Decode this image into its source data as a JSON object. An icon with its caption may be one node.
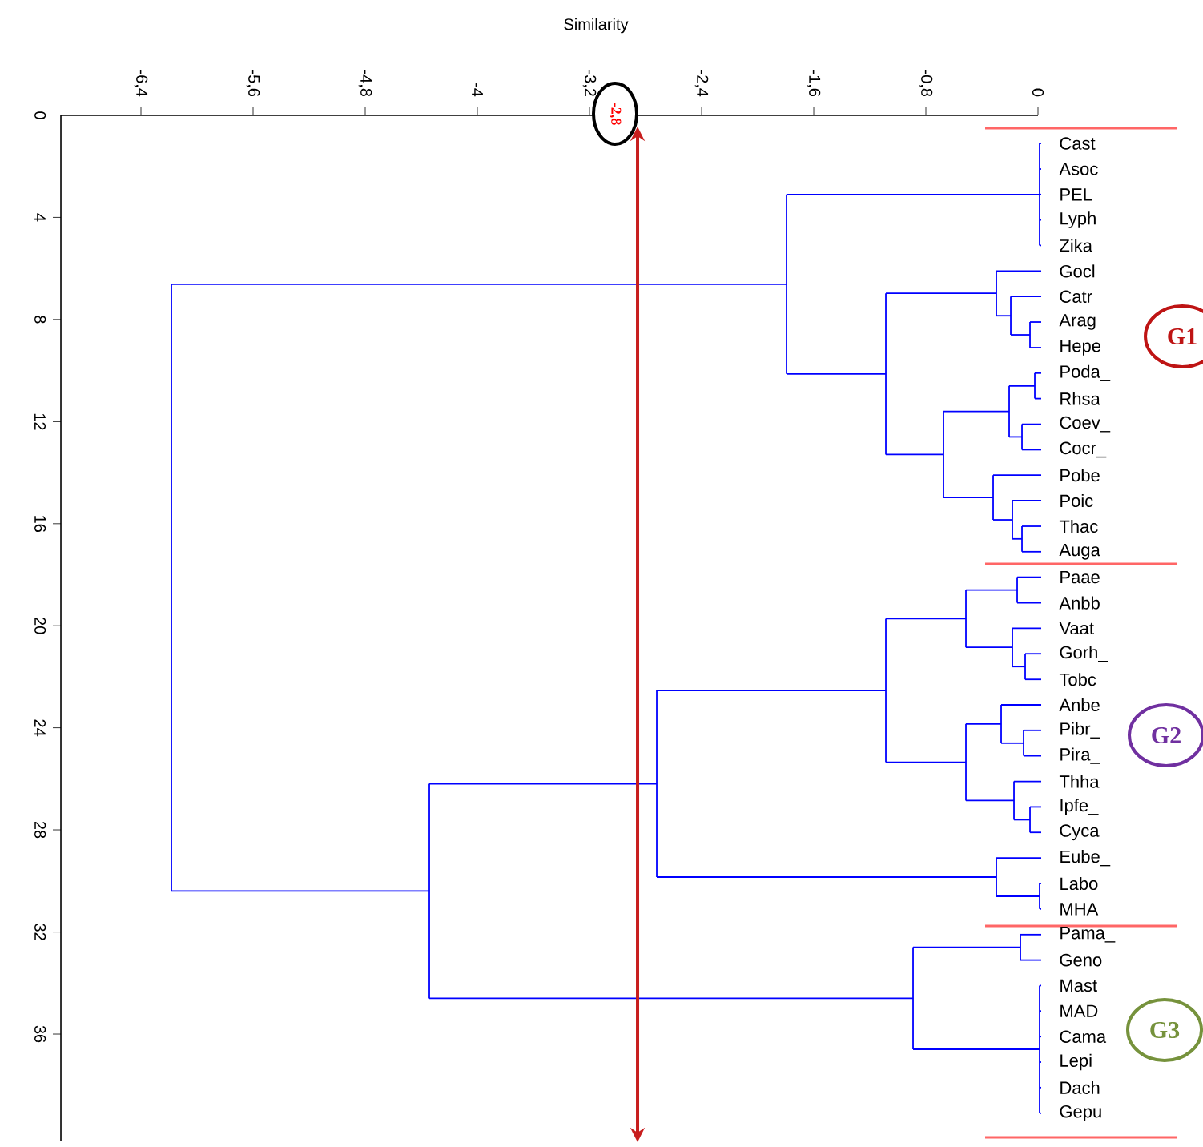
{
  "diagram": {
    "nodes": [
      {
        "text": [
          "-2,8"
        ]
      },
      {
        "text": [
          "G1"
        ]
      },
      {
        "text": [
          "G2"
        ]
      },
      {
        "text": [
          "G3"
        ]
      }
    ],
    "labels": [
      "Similarity",
      "-6,4",
      "-5,6",
      "-4,8",
      "-4",
      "-3,2",
      "-2,4",
      "-1,6",
      "-0,8",
      "0",
      "0",
      "4",
      "8",
      "12",
      "16",
      "20",
      "24",
      "28",
      "32",
      "36",
      "Cast",
      "Asoc",
      "PEL",
      "Lyph",
      "Zika",
      "Gocl",
      "Catr",
      "Arag",
      "Hepe",
      "Poda_",
      "Rhsa",
      "Coev_",
      "Cocr_",
      "Pobe",
      "Poic",
      "Thac",
      "Auga",
      "Paae",
      "Anbb",
      "Vaat",
      "Gorh_",
      "Tobc",
      "Anbe",
      "Pibr_",
      "Pira_",
      "Thha",
      "Ipfe_",
      "Cyca",
      "Eube_",
      "Labo",
      "MHA",
      "Pama_",
      "Geno",
      "Mast",
      "MAD",
      "Cama",
      "Lepi",
      "Dach",
      "Gepu"
    ]
  }
}
